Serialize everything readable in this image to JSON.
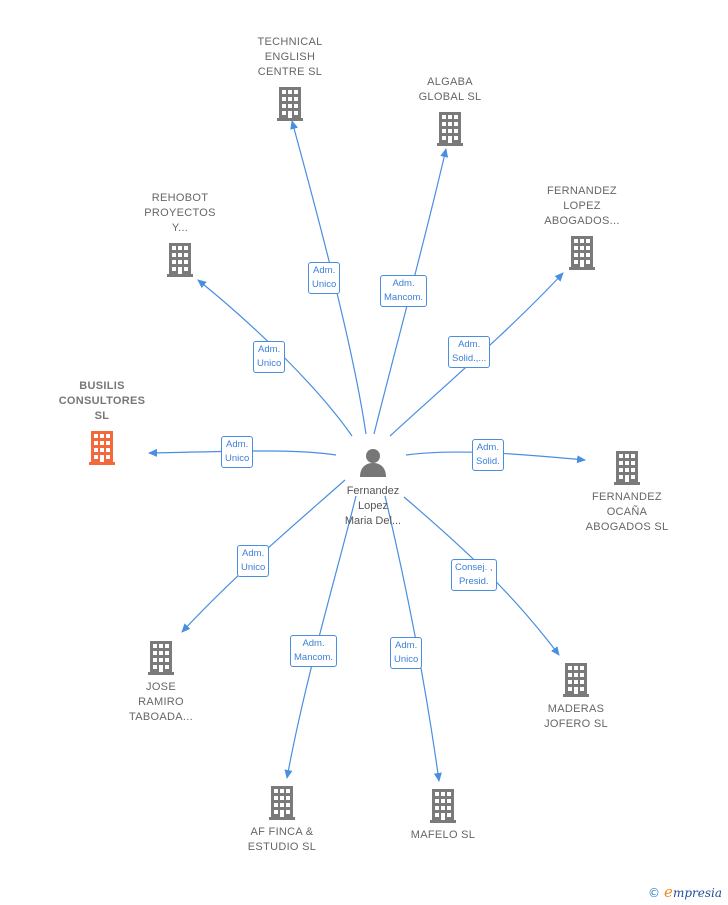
{
  "colors": {
    "edge": "#4a8ee0",
    "building": "#7a7a7a",
    "building_highlight": "#f26a3c",
    "person": "#777777"
  },
  "center": {
    "label": "Fernandez\nLopez\nMaria Del..."
  },
  "companies": [
    {
      "id": "technical",
      "label": "TECHNICAL\nENGLISH\nCENTRE  SL",
      "role": "Adm.\nUnico"
    },
    {
      "id": "algaba",
      "label": "ALGABA\nGLOBAL  SL",
      "role": "Adm.\nMancom."
    },
    {
      "id": "fernandez-lopez-abogados",
      "label": "FERNANDEZ\nLOPEZ\nABOGADOS...",
      "role": "Adm.\nSolid.,..."
    },
    {
      "id": "rehobot",
      "label": "REHOBOT\nPROYECTOS\nY...",
      "role": "Adm.\nUnico"
    },
    {
      "id": "busilis",
      "label": "BUSILIS\nCONSULTORES\nSL",
      "role": "Adm.\nUnico",
      "highlight": true
    },
    {
      "id": "fernandez-ocana",
      "label": "FERNANDEZ\nOCAÑA\nABOGADOS  SL",
      "role": "Adm.\nSolid."
    },
    {
      "id": "jose-ramiro",
      "label": "JOSE\nRAMIRO\nTABOADA...",
      "role": "Adm.\nUnico"
    },
    {
      "id": "maderas-jofero",
      "label": "MADERAS\nJOFERO SL",
      "role": "Consej. ,\nPresid."
    },
    {
      "id": "af-finca",
      "label": "AF FINCA &\nESTUDIO  SL",
      "role": "Adm.\nMancom."
    },
    {
      "id": "mafelo",
      "label": "MAFELO  SL",
      "role": "Adm.\nUnico"
    }
  ],
  "brand": {
    "copyright": "©",
    "initial": "e",
    "rest": "mpresia"
  }
}
